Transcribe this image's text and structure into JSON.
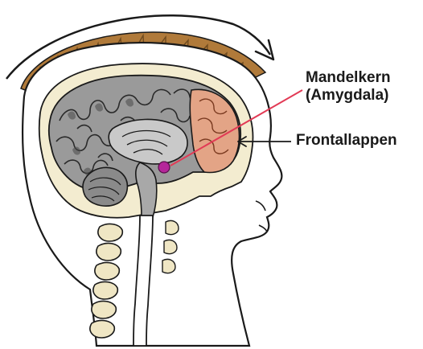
{
  "labels": {
    "amygdala_line1": "Mandelkern",
    "amygdala_line2": "(Amygdala)",
    "frontal_lobe": "Frontallappen"
  },
  "colors": {
    "amygdala_dot": "#b5269a",
    "pointer_red": "#e23a55",
    "frontal_lobe_fill": "#e3a486",
    "hair": "#b07a3a",
    "cortex_gray": "#8a8a8a",
    "skull_cream": "#f3ecd0",
    "outline": "#1a1a1a"
  }
}
